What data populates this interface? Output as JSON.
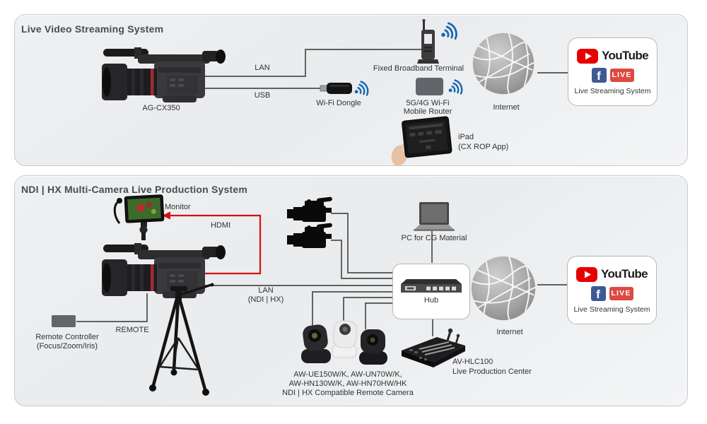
{
  "colors": {
    "wifi_blue": "#1568b0",
    "youtube_red": "#e60000",
    "facebook_blue": "#3d5a96",
    "live_badge_red": "#dd4a42",
    "hdmi_red": "#cf1315",
    "connector_gray": "#4d4d4d",
    "panel_border": "#c7cacb"
  },
  "panel1": {
    "title": "Live Video Streaming System",
    "camera_label": "AG-CX350",
    "labels": {
      "lan": "LAN",
      "usb": "USB",
      "wifi_dongle": "Wi-Fi Dongle",
      "broadband": "Fixed Broadband Terminal",
      "router_line1": "5G/4G Wi-Fi",
      "router_line2": "Mobile Router",
      "ipad_line1": "iPad",
      "ipad_line2": "(CX ROP App)",
      "internet": "Internet"
    },
    "streaming_box": {
      "youtube": "YouTube",
      "facebook_f": "f",
      "live": "LIVE",
      "caption": "Live Streaming System"
    }
  },
  "panel2": {
    "title": "NDI | HX Multi-Camera Live Production System",
    "labels": {
      "monitor": "Monitor",
      "hdmi": "HDMI",
      "lan_line1": "LAN",
      "lan_line2": "(NDI | HX)",
      "remote": "REMOTE",
      "remote_ctrl_line1": "Remote Controller",
      "remote_ctrl_line2": "(Focus/Zoom/Iris)",
      "pc": "PC for CG Material",
      "hub": "Hub",
      "ptz_line1": "AW-UE150W/K, AW-UN70W/K,",
      "ptz_line2": "AW-HN130W/K, AW-HN70HW/HK",
      "ptz_line3": "NDI | HX Compatible Remote Camera",
      "switcher_line1": "AV-HLC100",
      "switcher_line2": "Live Production Center",
      "internet": "Internet"
    },
    "streaming_box": {
      "youtube": "YouTube",
      "facebook_f": "f",
      "live": "LIVE",
      "caption": "Live Streaming System"
    }
  }
}
